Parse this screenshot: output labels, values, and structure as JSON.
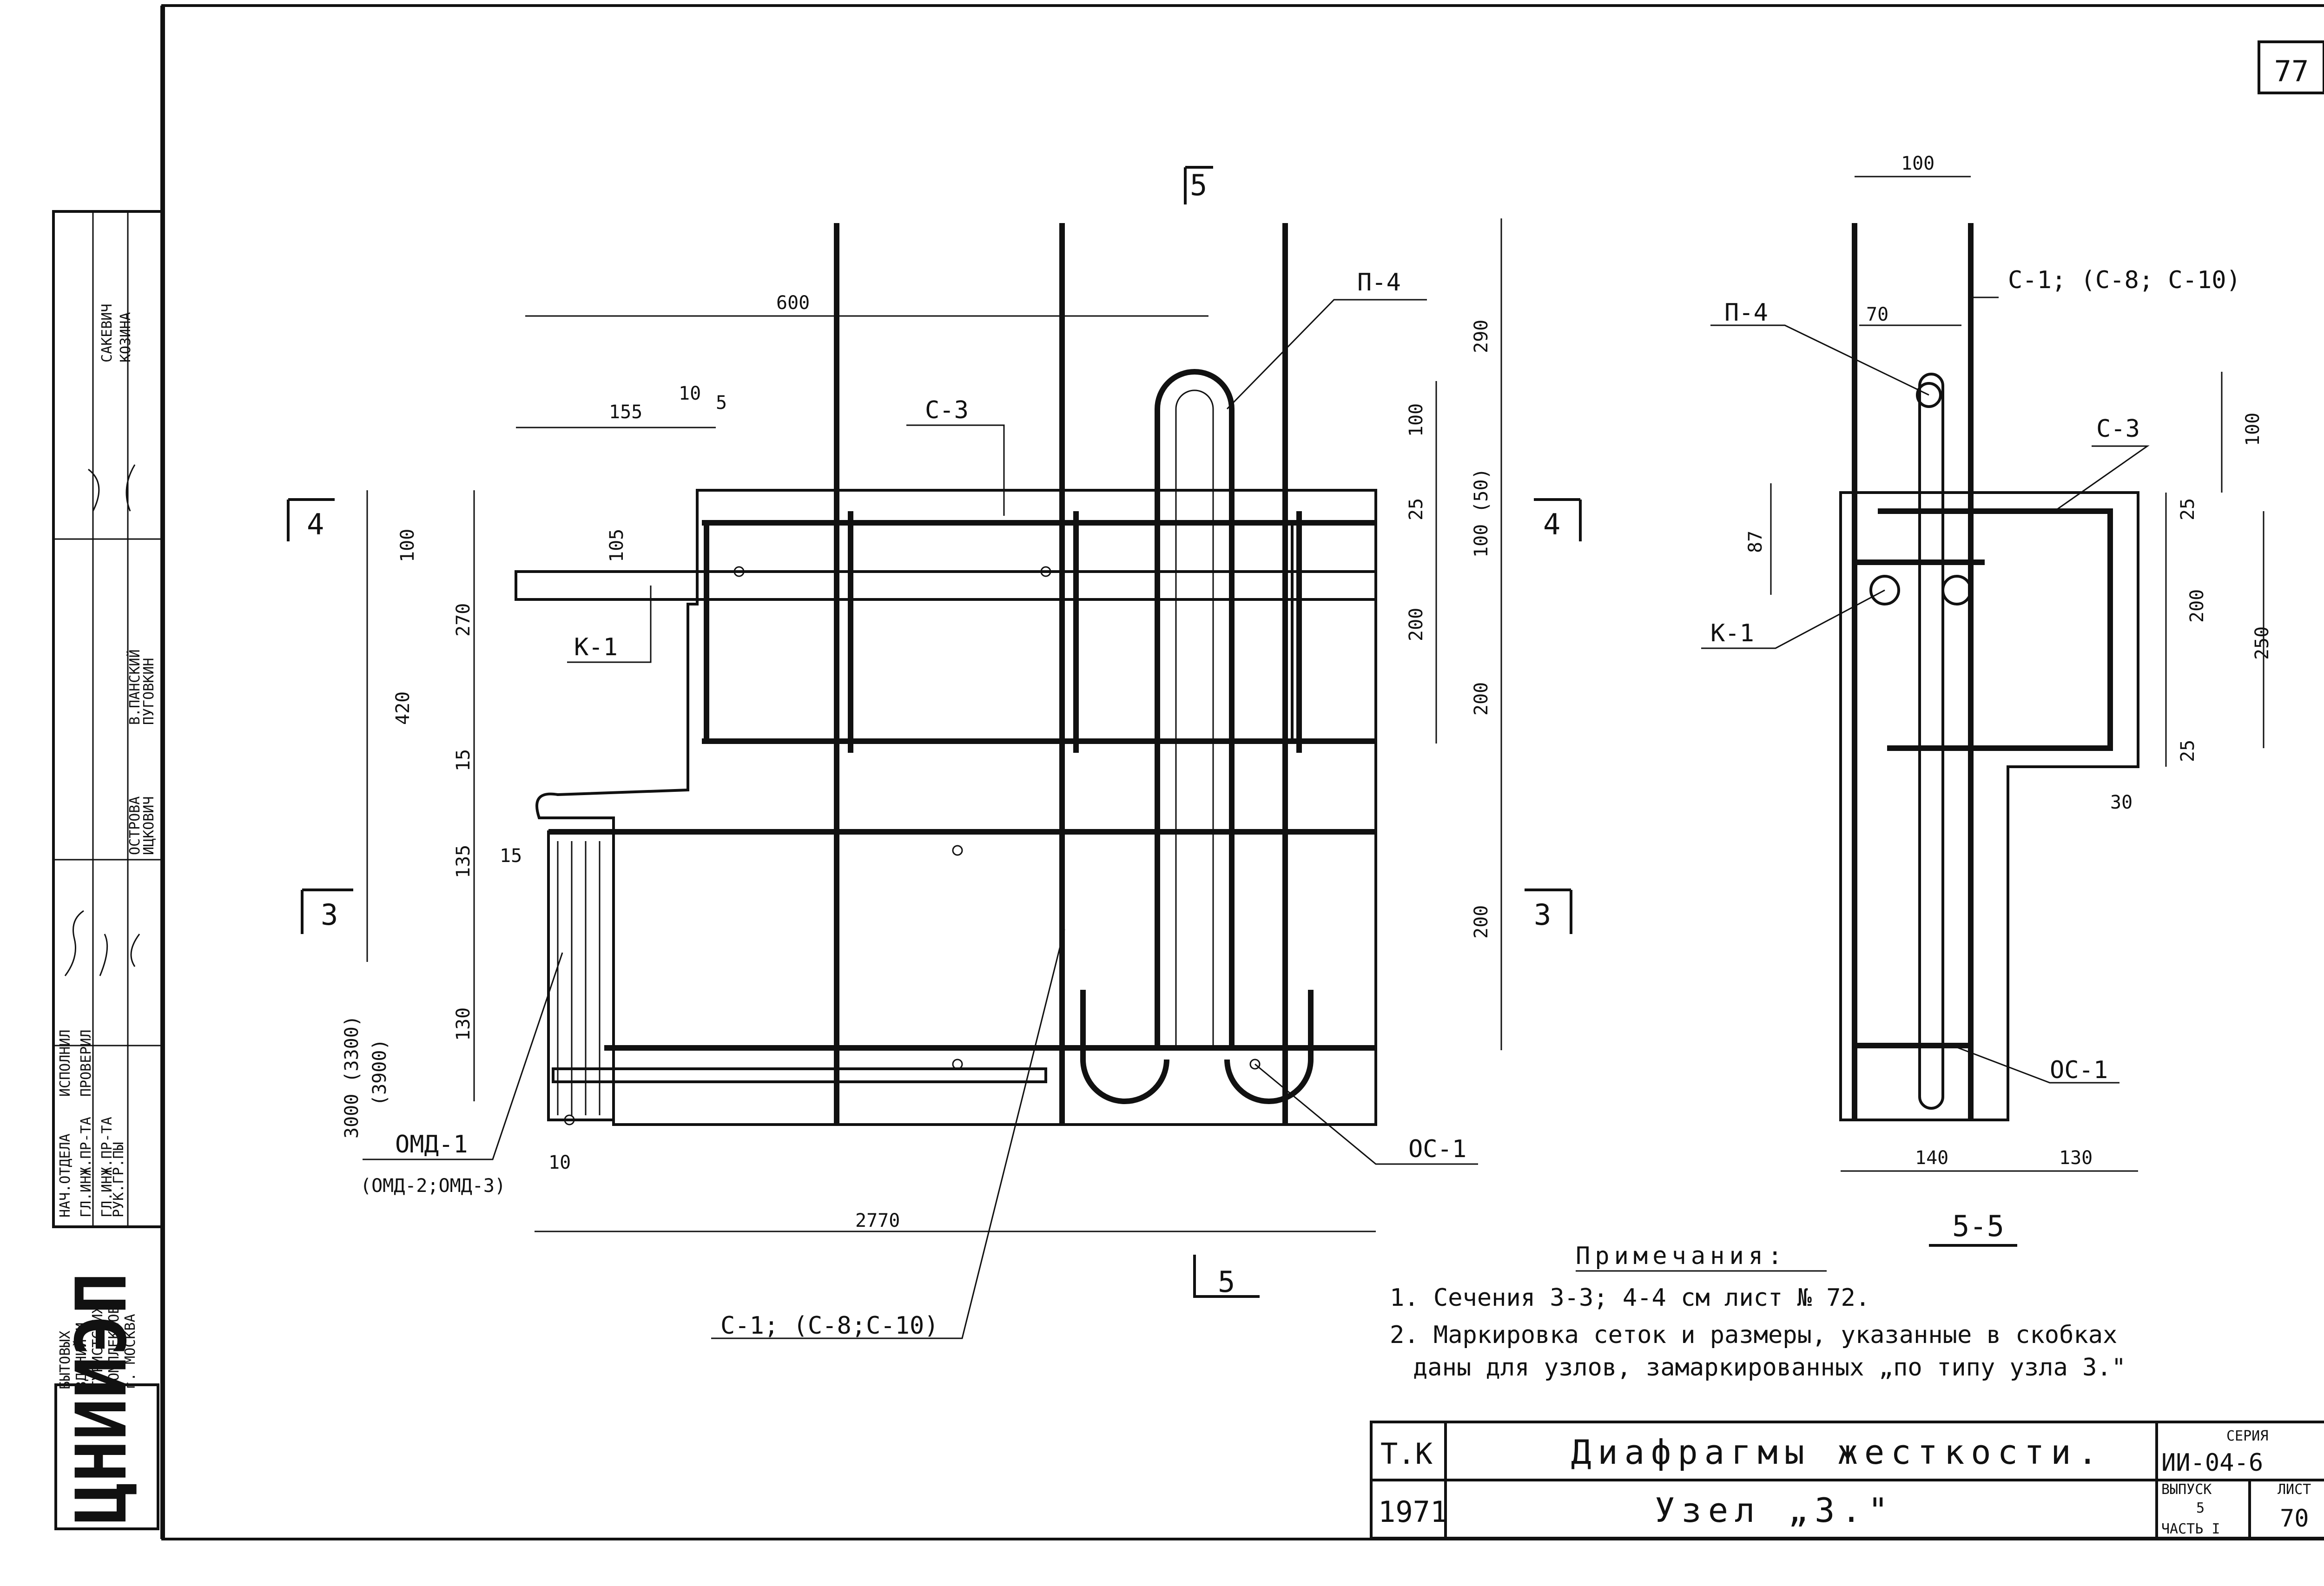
{
  "sheet": {
    "page_number": "77",
    "org_stamp": "ЦНИИЭП",
    "org_block": [
      "БЫТОВЫХ",
      "ЗДАНИЙ И",
      "ТУРИСТСКИХ",
      "КОМПЛЕКСОВ",
      "г. МОСКВА"
    ],
    "signatures": {
      "roles": [
        "НАЧ.ОТДЕЛА",
        "ГЛ.ИНЖ.ПР-ТА",
        "ГЛ.ИНЖ.ПР-ТА",
        "РУК.ГР.ПЫ",
        "ИСПОЛНИЛ",
        "ПРОВЕРИЛ"
      ],
      "names": [
        "ИЦКОВИЧ",
        "ПУГОВКИН",
        "В.ПАНСКИЙ",
        "ОСТРОВА",
        "САКЕВИЧ",
        "КОЗИНА"
      ]
    }
  },
  "main_view": {
    "section_marks": {
      "top": "5",
      "bottom": "5",
      "left_top": "4",
      "right_top": "4",
      "left_bottom": "3",
      "right_bottom": "3"
    },
    "dims": {
      "d600": "600",
      "d155": "155",
      "d10a": "10",
      "d5": "5",
      "d105": "105",
      "d100a": "100",
      "d270": "270",
      "d420": "420",
      "d15a": "15",
      "d135": "135",
      "d15b": "15",
      "d130": "130",
      "d3000": "3000 (3300)",
      "d3900": "(3900)",
      "d10b": "10",
      "d2770": "2770",
      "d290": "290",
      "d100b": "100",
      "d25": "25",
      "d100c": "100 (50)",
      "d200a": "200",
      "d200b": "200",
      "d200c": "200"
    },
    "labels": {
      "c3": "С-3",
      "p4": "П-4",
      "k1": "К-1",
      "omd1": "ОМД-1",
      "omd_alt": "(ОМД-2;ОМД-3)",
      "oc1": "ОС-1",
      "c1": "С-1; (С-8;С-10)"
    }
  },
  "section_55": {
    "title": "5-5",
    "dims": {
      "d100": "100",
      "d70": "70",
      "d87": "87",
      "d100b": "100",
      "d25a": "25",
      "d200": "200",
      "d250": "250",
      "d25b": "25",
      "d30": "30",
      "d140": "140",
      "d130": "130"
    },
    "labels": {
      "p4": "П-4",
      "c1": "С-1; (С-8; С-10)",
      "c3": "С-3",
      "k1": "К-1",
      "oc1": "ОС-1"
    }
  },
  "notes": {
    "heading": "Примечания:",
    "line1": "1. Сечения  3-3;  4-4  см лист № 72.",
    "line2": "2. Маркировка сеток и размеры, указанные в скобках",
    "line3": "даны для узлов, замаркированных „по типу узла 3.\""
  },
  "title_block": {
    "tk": "Т.К",
    "year": "1971",
    "title": "Диафрагмы жесткости.",
    "subtitle": "Узел „3.\"",
    "series_label": "СЕРИЯ",
    "series": "ИИ-04-6",
    "issue_label": "ВЫПУСК",
    "issue": "5",
    "part": "ЧАСТЬ I",
    "sheet_label": "ЛИСТ",
    "sheet_no": "70"
  }
}
